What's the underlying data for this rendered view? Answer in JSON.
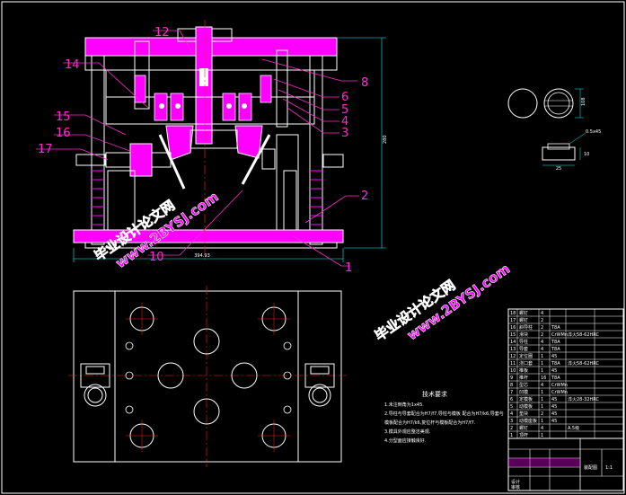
{
  "drawing": {
    "part_labels": [
      "12",
      "14",
      "15",
      "16",
      "17",
      "10",
      "1",
      "2",
      "3",
      "4",
      "5",
      "6",
      "8"
    ],
    "dimension_overall_width": "394.93",
    "dimension_overall_height": "280",
    "detail_dim_diameter": "25",
    "detail_dim_height": "10",
    "detail_dim_chamfer": "0.5x45",
    "detail_dim_right": "108"
  },
  "tech_requirements": {
    "title": "技术要求",
    "lines": [
      "1.未注倒角为1x45.",
      "2.导柱与导套配合为H7/f7,导柱与模板 配合为H7/k6,导套与",
      "模板配合为H7/k6,复位杆与模板配合为H7/f7.",
      "3.模具外观应整洁美观.",
      "4.分型面应接触良好."
    ]
  },
  "bom": {
    "rows": [
      {
        "no": "18",
        "name": "螺钉",
        "qty": "4",
        "mat": "",
        "note": ""
      },
      {
        "no": "17",
        "name": "螺钉",
        "qty": "2",
        "mat": "",
        "note": ""
      },
      {
        "no": "16",
        "name": "斜导柱",
        "qty": "2",
        "mat": "T8A",
        "note": ""
      },
      {
        "no": "15",
        "name": "滑块",
        "qty": "2",
        "mat": "CrWMn",
        "note": "淬火58-62HRC"
      },
      {
        "no": "14",
        "name": "导柱",
        "qty": "4",
        "mat": "T8A",
        "note": ""
      },
      {
        "no": "13",
        "name": "导套",
        "qty": "4",
        "mat": "T8A",
        "note": ""
      },
      {
        "no": "12",
        "name": "定位圈",
        "qty": "1",
        "mat": "45",
        "note": ""
      },
      {
        "no": "11",
        "name": "浇口套",
        "qty": "1",
        "mat": "T8A",
        "note": "淬火58-62HRC"
      },
      {
        "no": "10",
        "name": "推板",
        "qty": "1",
        "mat": "45",
        "note": ""
      },
      {
        "no": "9",
        "name": "推杆",
        "qty": "16",
        "mat": "T8A",
        "note": ""
      },
      {
        "no": "8",
        "name": "型芯",
        "qty": "4",
        "mat": "CrWMn",
        "note": ""
      },
      {
        "no": "7",
        "name": "凹模",
        "qty": "1",
        "mat": "CrWMn",
        "note": ""
      },
      {
        "no": "6",
        "name": "定模板",
        "qty": "1",
        "mat": "45",
        "note": "淬火28-32HRC"
      },
      {
        "no": "5",
        "name": "动模板",
        "qty": "1",
        "mat": "45",
        "note": ""
      },
      {
        "no": "4",
        "name": "垫块",
        "qty": "2",
        "mat": "45",
        "note": ""
      },
      {
        "no": "3",
        "name": "动模座板",
        "qty": "1",
        "mat": "45",
        "note": ""
      },
      {
        "no": "2",
        "name": "螺钉",
        "qty": "4",
        "mat": "",
        "note": "A.5级"
      },
      {
        "no": "1",
        "name": "顶杆",
        "qty": "1",
        "mat": "",
        "note": ""
      }
    ],
    "title_block": {
      "drawing_name": "装配图",
      "scale": "1:1",
      "label_designer": "设计",
      "label_check": "审核"
    }
  },
  "watermarks": [
    "毕业设计论文网",
    "www.2BYSJ.com"
  ],
  "colors": {
    "background": "#000000",
    "outline": "#ffffff",
    "section": "#ff00ff",
    "leader": "#ff2bd0",
    "center": "#ff2020",
    "frame": "#ffffff",
    "dim": "#00ffff"
  }
}
